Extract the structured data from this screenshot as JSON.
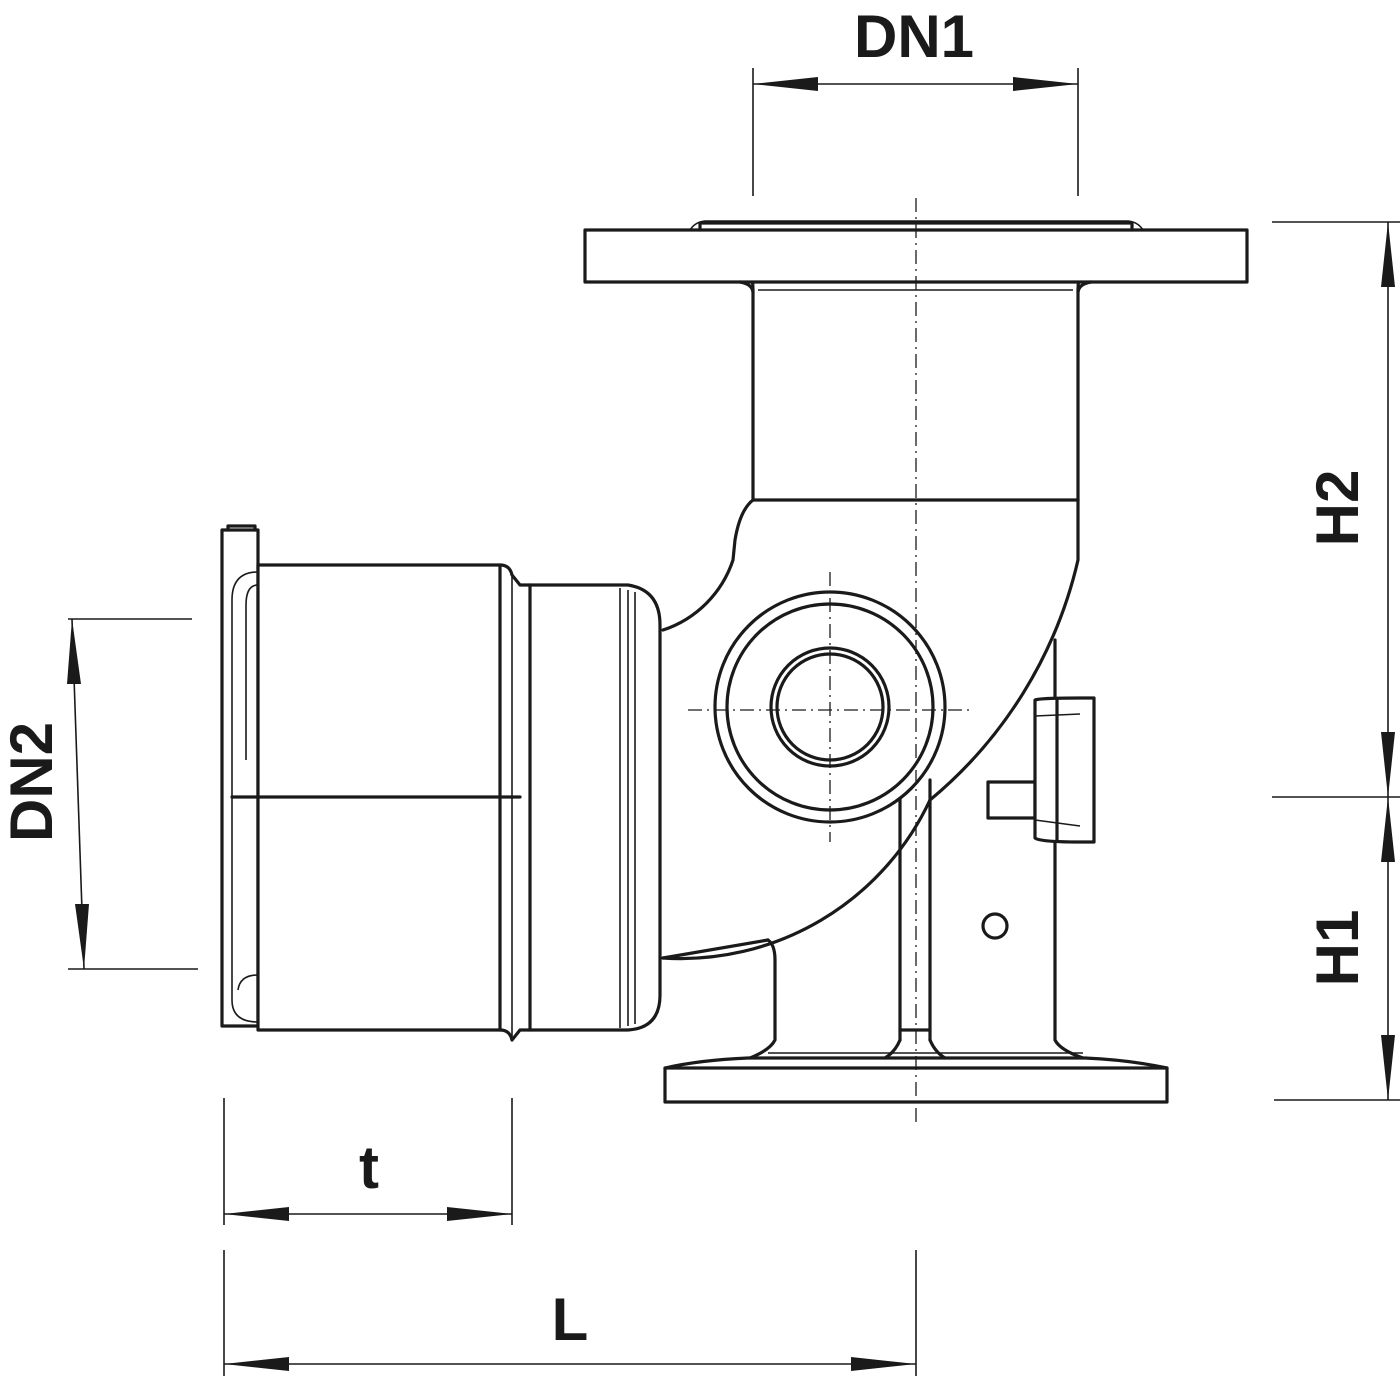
{
  "dimensions": {
    "dn1": "DN1",
    "dn2": "DN2",
    "h1": "H1",
    "h2": "H2",
    "t": "t",
    "l": "L"
  }
}
